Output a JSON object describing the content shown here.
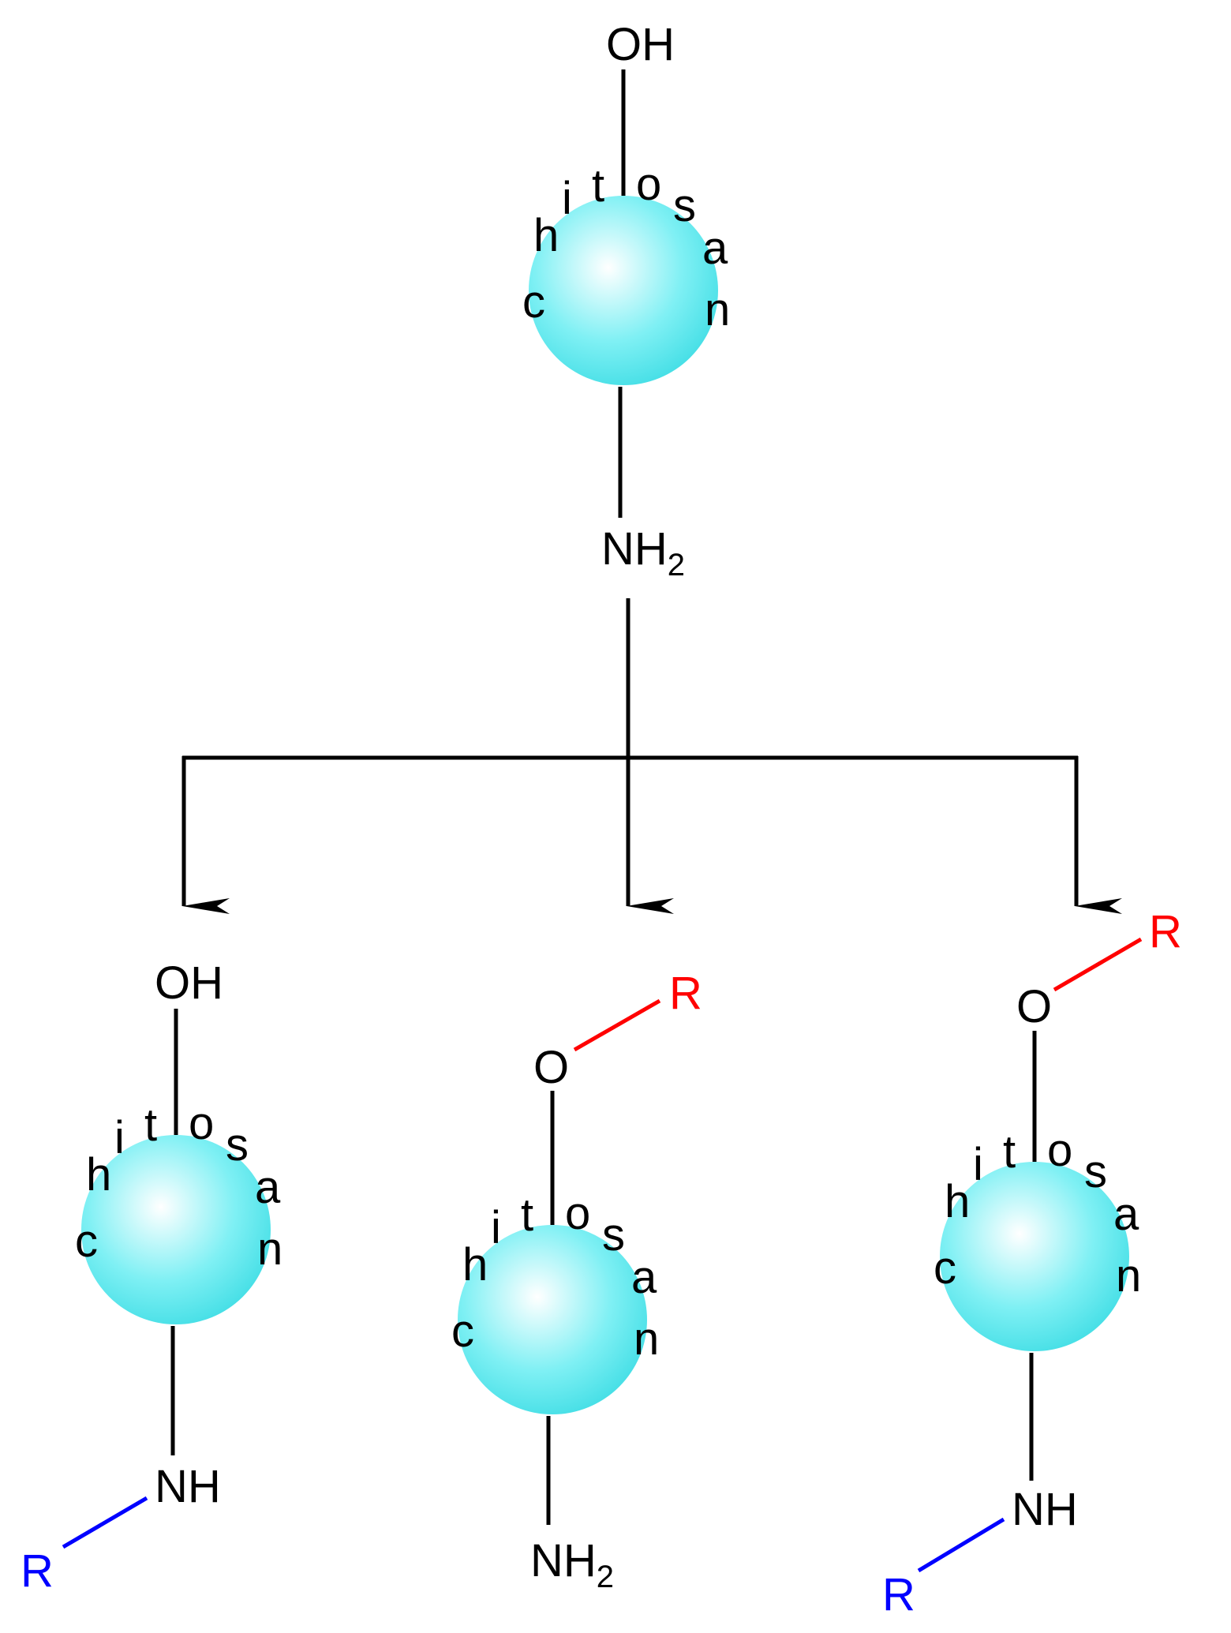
{
  "colors": {
    "bead_highlight": "#ffffff",
    "bead_fill": "#7ff0f4",
    "bead_edge": "#46dfe6",
    "bond": "#000000",
    "r_on_oxygen": "#ff0000",
    "r_on_nitrogen": "#0000ff"
  },
  "ring_letters": [
    "c",
    "h",
    "i",
    "t",
    "o",
    "s",
    "a",
    "n"
  ],
  "top": {
    "oh": "OH",
    "nh2_main": "NH",
    "nh2_sub": "2"
  },
  "products": {
    "n_substituted": {
      "oh": "OH",
      "nh": "NH",
      "r": "R"
    },
    "o_substituted": {
      "o": "O",
      "r": "R",
      "nh2_main": "NH",
      "nh2_sub": "2"
    },
    "n_o_substituted": {
      "o": "O",
      "r_o": "R",
      "nh": "NH",
      "r_n": "R"
    }
  }
}
